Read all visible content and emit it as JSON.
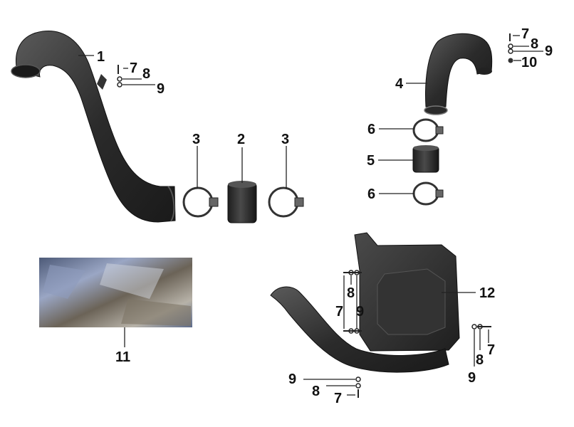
{
  "callouts": {
    "c1": "1",
    "c2": "2",
    "c3a": "3",
    "c3b": "3",
    "c4": "4",
    "c5": "5",
    "c6a": "6",
    "c6b": "6",
    "c7a": "7",
    "c8a": "8",
    "c9a": "9",
    "c7b": "7",
    "c8b": "8",
    "c9b": "9",
    "c10": "10",
    "c11": "11",
    "c12": "12",
    "c8c": "8",
    "c7c": "7",
    "c9c": "9",
    "c8d": "8",
    "c7d": "7",
    "c9d": "9",
    "c9e": "9",
    "c8e": "8",
    "c7e": "7"
  },
  "colors": {
    "part_dark": "#2a2a2a",
    "part_mid": "#3d3d3d",
    "part_highlight": "#6a6a6a",
    "foil_blue": "#6f7fa6",
    "foil_gray": "#a9a39a",
    "background": "#ffffff"
  }
}
